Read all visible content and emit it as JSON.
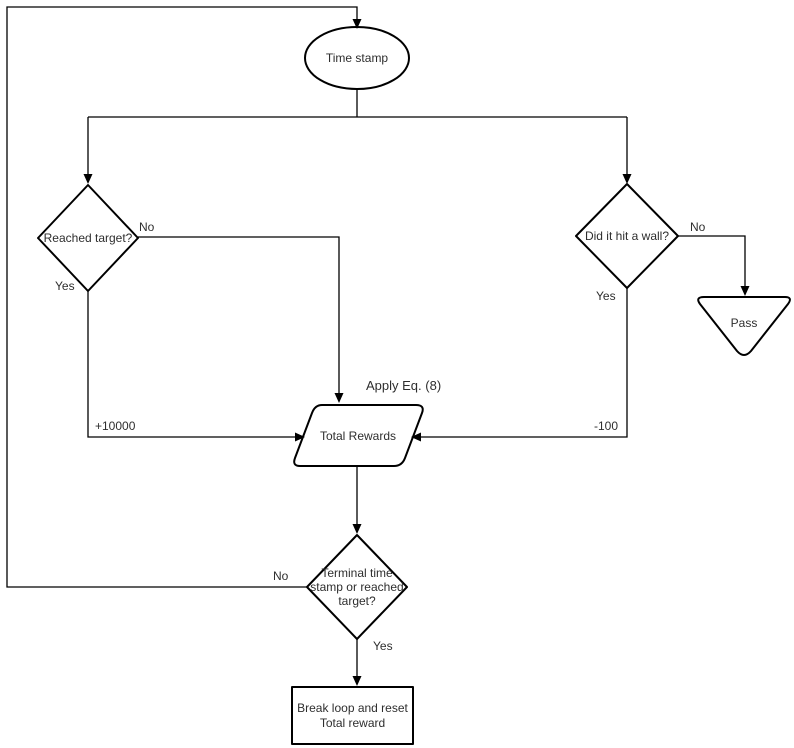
{
  "diagram": {
    "type": "flowchart",
    "nodes": {
      "start": {
        "label": "Time stamp",
        "shape": "ellipse"
      },
      "reached_target": {
        "label": "Reached target?",
        "shape": "decision-diamond"
      },
      "hit_wall": {
        "label": "Did it hit a wall?",
        "shape": "decision-diamond"
      },
      "pass": {
        "label": "Pass",
        "shape": "triangle-down"
      },
      "total_rewards": {
        "label": "Total Rewards",
        "shape": "parallelogram"
      },
      "terminal_check": {
        "label": "Terminal time stamp or reached target?",
        "shape": "decision-diamond"
      },
      "break_loop": {
        "label": "Break loop and reset Total reward",
        "shape": "rectangle"
      }
    },
    "edge_labels": {
      "reached_no": "No",
      "reached_yes": "Yes",
      "reached_yes_value": "+10000",
      "wall_no": "No",
      "wall_yes": "Yes",
      "wall_yes_value": "-100",
      "terminal_no": "No",
      "terminal_yes": "Yes"
    },
    "annotations": {
      "apply_eq": "Apply Eq. (8)"
    },
    "colors": {
      "line": "#000000",
      "text": "#2e2e2e",
      "background": "#ffffff"
    }
  }
}
